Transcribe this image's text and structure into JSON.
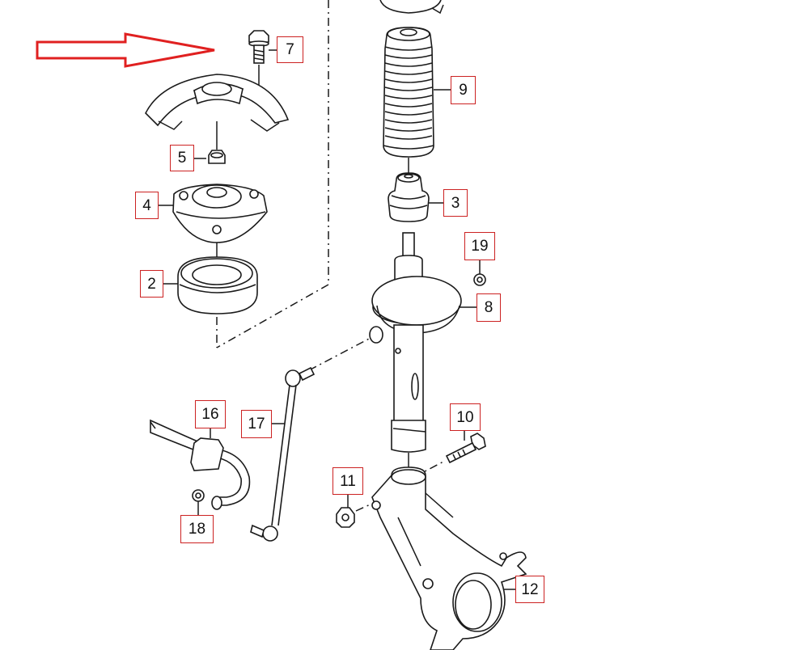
{
  "diagram": {
    "arrow_color": "#e02020",
    "callout_border_color": "#cc2222",
    "callouts": [
      {
        "id": "7",
        "label": "7"
      },
      {
        "id": "9",
        "label": "9"
      },
      {
        "id": "5",
        "label": "5"
      },
      {
        "id": "4",
        "label": "4"
      },
      {
        "id": "3",
        "label": "3"
      },
      {
        "id": "19",
        "label": "19"
      },
      {
        "id": "2",
        "label": "2"
      },
      {
        "id": "8",
        "label": "8"
      },
      {
        "id": "10",
        "label": "10"
      },
      {
        "id": "16",
        "label": "16"
      },
      {
        "id": "17",
        "label": "17"
      },
      {
        "id": "11",
        "label": "11"
      },
      {
        "id": "18",
        "label": "18"
      },
      {
        "id": "12",
        "label": "12"
      }
    ]
  }
}
